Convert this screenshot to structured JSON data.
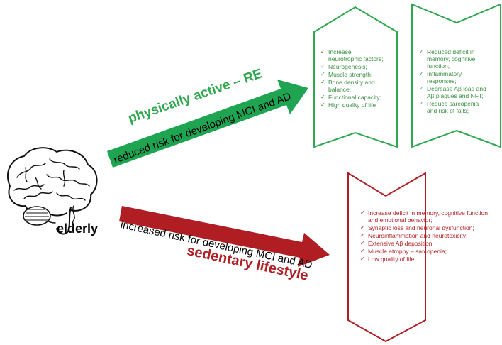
{
  "center_label": "elderly",
  "active_path": {
    "title": "physically active – RE",
    "subtitle": "reduced risk for developing MCI and AD",
    "color": "#1fa552",
    "box_left": [
      "Increase neurotrophic factors;",
      "Neurogenesis;",
      "Muscle strength;",
      "Bone density and balance;",
      "Functional capacity;",
      "High quality of life"
    ],
    "box_right": [
      "Reduced deficit in memory, cognitive function;",
      "Inflammatory responses;",
      "Decrease Aβ load and Aβ plaques and NFT;",
      "Reduce sarcopenia and risk of falls;"
    ]
  },
  "sedentary_path": {
    "title": "sedentary lifestyle",
    "subtitle": "increased risk for developing MCI and AD",
    "color": "#b01e23",
    "box": [
      "Increase deficit in memory, cognitive function and emotional behavior;",
      "Synaptic loss and neuronal dysfunction;",
      "Neuroinflammation and neurotoxicity;",
      "Extensive Aβ deposition;",
      "Muscle atrophy – sarcopenia;",
      "Low quality of life"
    ]
  }
}
